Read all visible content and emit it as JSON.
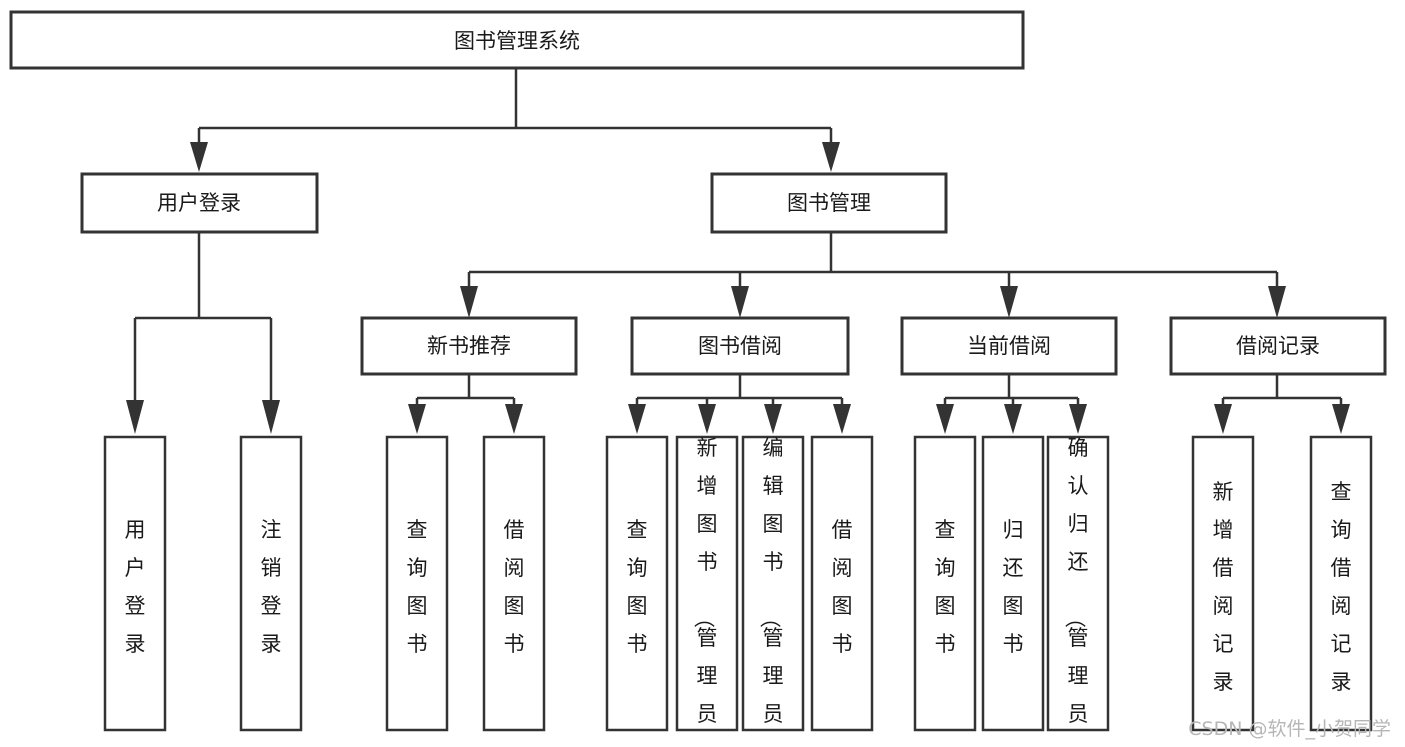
{
  "diagram": {
    "type": "tree-hierarchy",
    "title": "图书管理系统",
    "orientation": "top-down",
    "watermark": "CSDN @软件_小贺同学",
    "colors": {
      "box_fill": "#ffffff",
      "box_stroke": "#333333",
      "text": "#1a1a1a",
      "background": "#ffffff",
      "watermark": "#b6b6b6"
    },
    "levels": {
      "root": {
        "label": "图书管理系统"
      },
      "level2": [
        {
          "label": "用户登录"
        },
        {
          "label": "图书管理"
        }
      ],
      "level3": [
        {
          "label": "新书推荐"
        },
        {
          "label": "图书借阅"
        },
        {
          "label": "当前借阅"
        },
        {
          "label": "借阅记录"
        }
      ],
      "leaves_user_login": [
        {
          "label": "用户登录"
        },
        {
          "label": "注销登录"
        }
      ],
      "leaves_new_book": [
        {
          "label": "查询图书"
        },
        {
          "label": "借阅图书"
        }
      ],
      "leaves_borrow": [
        {
          "label": "查询图书"
        },
        {
          "label": "新增图书（管理员）"
        },
        {
          "label": "编辑图书（管理员）"
        },
        {
          "label": "借阅图书"
        }
      ],
      "leaves_current": [
        {
          "label": "查询图书"
        },
        {
          "label": "归还图书"
        },
        {
          "label": "确认归还（管理员）"
        }
      ],
      "leaves_records": [
        {
          "label": "新增借阅记录"
        },
        {
          "label": "查询借阅记录"
        }
      ]
    }
  }
}
